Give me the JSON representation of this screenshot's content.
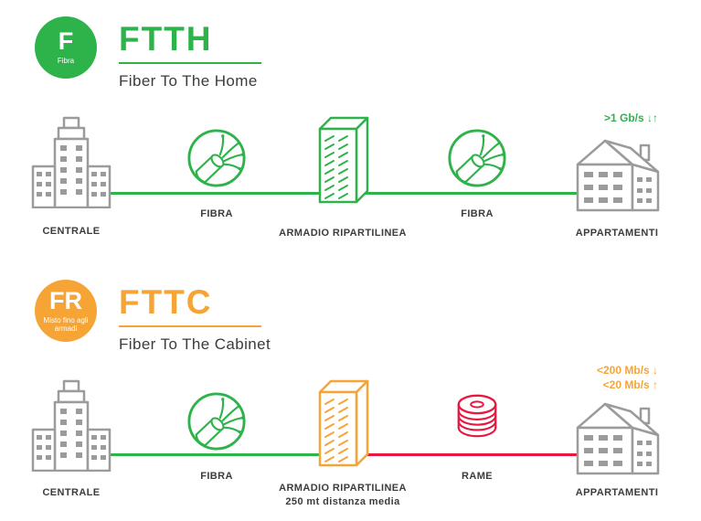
{
  "colors": {
    "green": "#2eb34a",
    "orange": "#f7a437",
    "red": "#e8173f",
    "gray": "#9b9b9b",
    "text": "#3c3c3b"
  },
  "sections": [
    {
      "id": "ftth",
      "badge": {
        "letter": "F",
        "caption": "Fibra"
      },
      "title": "FTTH",
      "subtitle": "Fiber To The Home",
      "nodes": {
        "centrale": "CENTRALE",
        "fibra1": "FIBRA",
        "armadio": "ARMADIO RIPARTILINEA",
        "fibra2": "FIBRA",
        "appartamenti": "APPARTAMENTI"
      },
      "speeds": [
        ">1 Gb/s ↓↑"
      ]
    },
    {
      "id": "fttc",
      "badge": {
        "letter": "FR",
        "caption": "Misto fino agli armadi"
      },
      "title": "FTTC",
      "subtitle": "Fiber To The Cabinet",
      "nodes": {
        "centrale": "CENTRALE",
        "fibra": "FIBRA",
        "armadio": "ARMADIO RIPARTILINEA",
        "armadio_sub": "250 mt distanza media",
        "rame": "RAME",
        "appartamenti": "APPARTAMENTI"
      },
      "speeds": [
        "<200 Mb/s ↓",
        "<20 Mb/s ↑"
      ]
    }
  ]
}
